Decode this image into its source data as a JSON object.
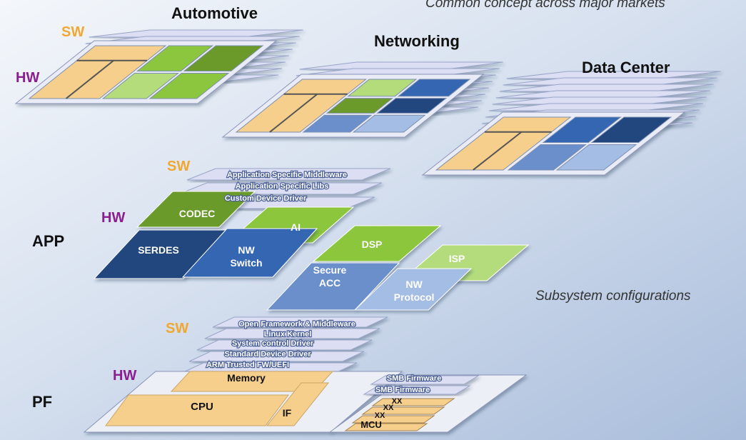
{
  "note_top": "Common concept across major markets",
  "note_mid": "Subsystem configurations",
  "top_panels": {
    "automotive": {
      "title": "Automotive",
      "sw": "SW",
      "hw": "HW"
    },
    "networking": {
      "title": "Networking"
    },
    "datacenter": {
      "title": "Data Center"
    }
  },
  "app": {
    "label": "APP",
    "sw": "SW",
    "hw": "HW",
    "sw_layers": [
      "Application Specific Middleware",
      "Application Specific Libs",
      "Custom Device Driver"
    ],
    "blocks": {
      "codec": "CODEC",
      "ai": "AI",
      "dsp": "DSP",
      "isp": "ISP",
      "serdes": "SERDES",
      "nw_switch": [
        "NW",
        "Switch"
      ],
      "secure_acc": [
        "Secure",
        "ACC"
      ],
      "nw_protocol": [
        "NW",
        "Protocol"
      ]
    }
  },
  "pf": {
    "label": "PF",
    "sw": "SW",
    "hw": "HW",
    "sw_layers": [
      "Open Framework & Middleware",
      "Linux Kernel",
      "System control Driver",
      "Standard Device Driver",
      "ARM Trusted FW/UEFI"
    ],
    "memory": "Memory",
    "cpu": "CPU",
    "if": "IF",
    "mcu_fw": [
      "SMB Firmware",
      "SMB Firmware"
    ],
    "mcu_xx": [
      "XX",
      "XX",
      "XX"
    ],
    "mcu": "MCU"
  },
  "colors": {
    "orange": "#f6cf8c",
    "green_dark": "#6b9a2a",
    "green": "#8cc63e",
    "green_light": "#b4dc7b",
    "blue_dark": "#22477f",
    "blue": "#3566b2",
    "blue_mid": "#6a8fcb",
    "blue_light": "#a3bde4",
    "sw_layer": "#dcdff4",
    "sw_title": "#f0a830",
    "hw_title": "#8a1e8f"
  }
}
